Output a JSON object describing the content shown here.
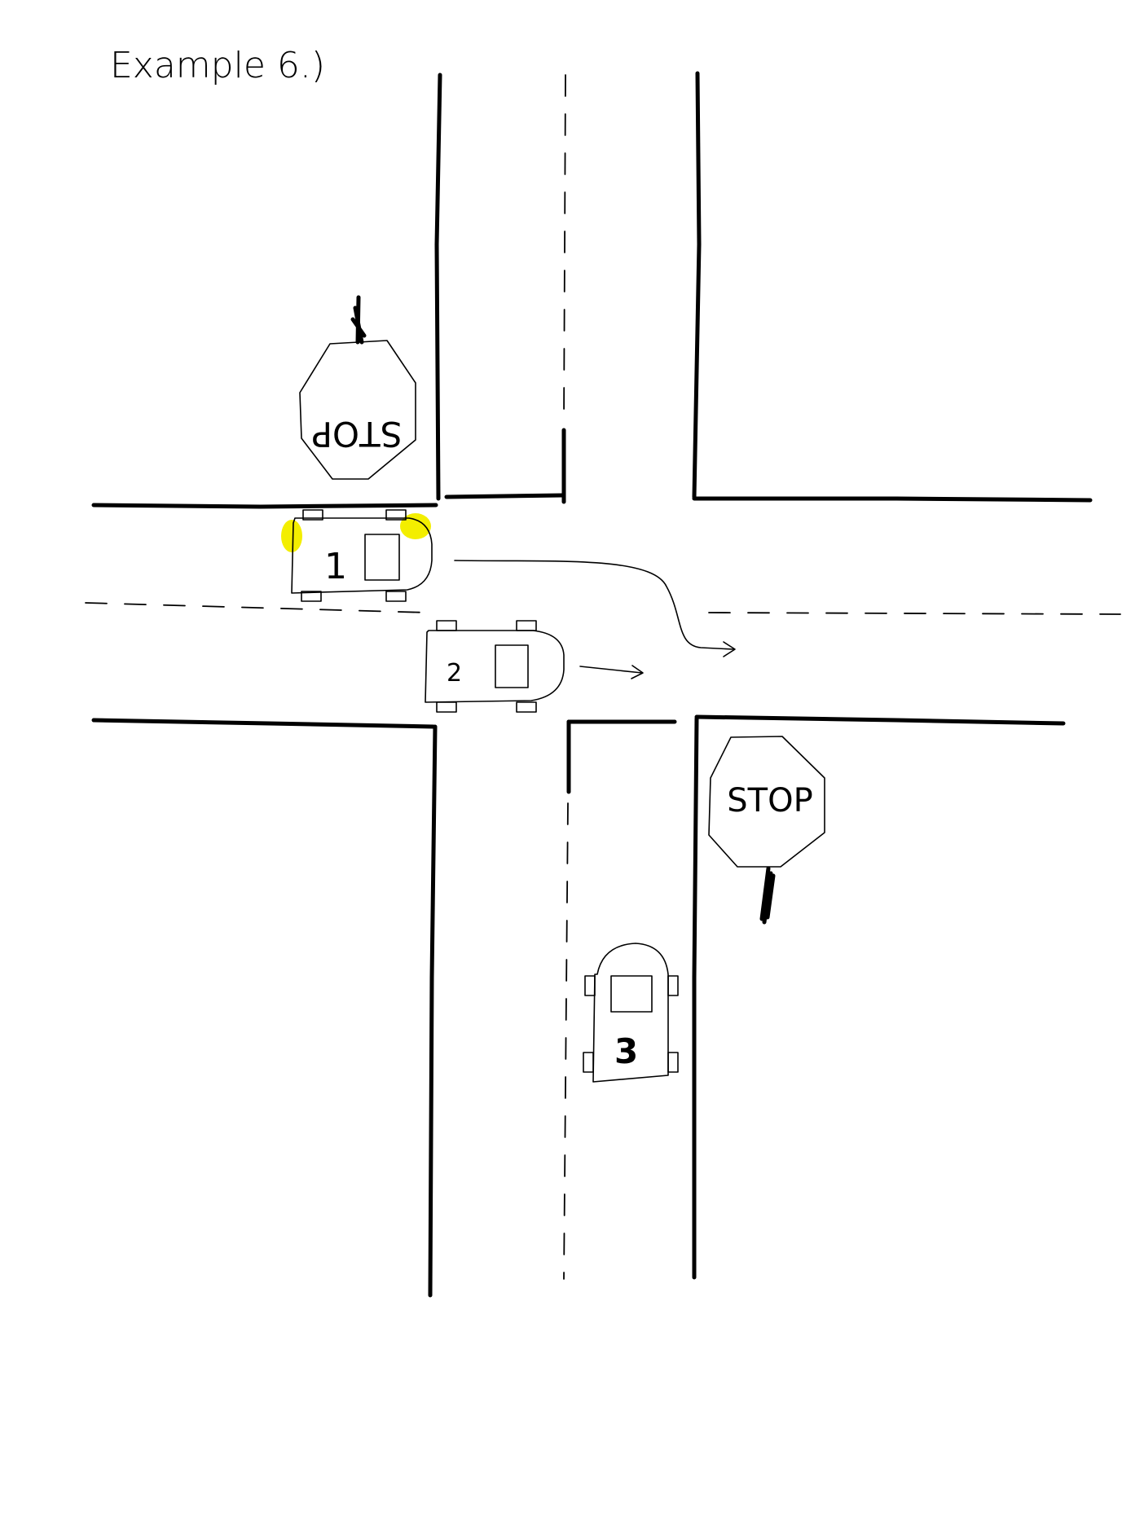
{
  "title": "Example 6.)",
  "signs": {
    "north_west": {
      "label": "STOP"
    },
    "south_east": {
      "label": "STOP"
    }
  },
  "cars": [
    {
      "number": "1"
    },
    {
      "number": "2"
    },
    {
      "number": "3"
    }
  ],
  "colors": {
    "ink": "#000000",
    "background": "#ffffff",
    "indicator_highlight": "#f3ee00"
  }
}
